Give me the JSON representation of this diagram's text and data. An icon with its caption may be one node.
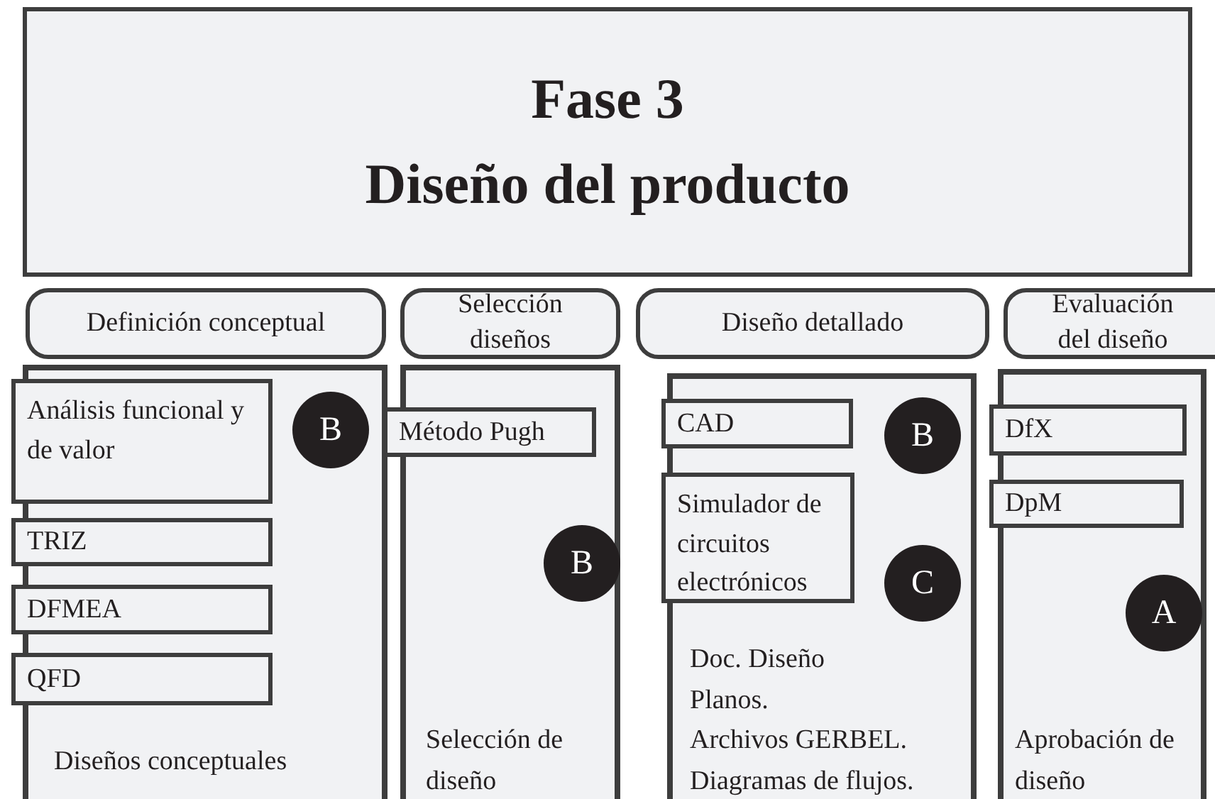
{
  "diagram": {
    "nodes": [
      {
        "text": [
          "Fase 3",
          "Diseño del producto"
        ]
      },
      {
        "text": [
          "Definición conceptual"
        ]
      },
      {
        "text": [
          "Selección diseños"
        ]
      },
      {
        "text": [
          "Diseño detallado"
        ]
      },
      {
        "text": [
          "Evaluación del diseño"
        ]
      },
      {
        "text": [
          "Diseños conceptuales"
        ]
      },
      {
        "text": [
          "Análisis funcional y de valor"
        ],
        "in": 5
      },
      {
        "text": [
          "B"
        ],
        "in": 5
      },
      {
        "text": [
          "TRIZ"
        ],
        "in": 5
      },
      {
        "text": [
          "DFMEA"
        ],
        "in": 5
      },
      {
        "text": [
          "QFD"
        ],
        "in": 5
      },
      {
        "text": [
          "Selección de diseño"
        ]
      },
      {
        "text": [
          "Método Pugh"
        ]
      },
      {
        "text": [
          "B"
        ],
        "in": 11
      },
      {
        "text": [
          "Doc. Diseño",
          "Planos.",
          "Archivos GERBEL.",
          "Diagramas de flujos."
        ]
      },
      {
        "text": [
          "CAD"
        ],
        "in": 14
      },
      {
        "text": [
          "Simulador de circuitos electrónicos"
        ],
        "in": 14
      },
      {
        "text": [
          "B"
        ],
        "in": 14
      },
      {
        "text": [
          "C"
        ],
        "in": 14
      },
      {
        "text": [
          "Aprobación de diseño"
        ]
      },
      {
        "text": [
          "DfX"
        ],
        "in": 19
      },
      {
        "text": [
          "DpM"
        ],
        "in": 19
      },
      {
        "text": [
          "A"
        ],
        "in": 19
      }
    ]
  }
}
